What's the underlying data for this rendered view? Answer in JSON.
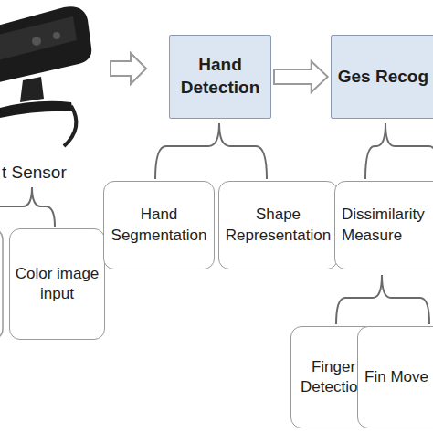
{
  "diagram": {
    "nodes": [
      {
        "text": [
          "Hand Detection"
        ]
      },
      {
        "text": [
          "Ges Recog"
        ]
      },
      {
        "text": [
          "Color image input"
        ]
      },
      {
        "text": [
          "Hand Segmentation"
        ]
      },
      {
        "text": [
          "Shape Representation"
        ]
      },
      {
        "text": [
          "Dissimilarity Measure"
        ]
      },
      {
        "text": [
          "Finger Detection"
        ]
      },
      {
        "text": [
          "Fin Move"
        ]
      }
    ],
    "edges": [
      {
        "from": 0,
        "to": 1,
        "arrow": "to"
      }
    ],
    "labels": [
      "t Sensor"
    ]
  }
}
